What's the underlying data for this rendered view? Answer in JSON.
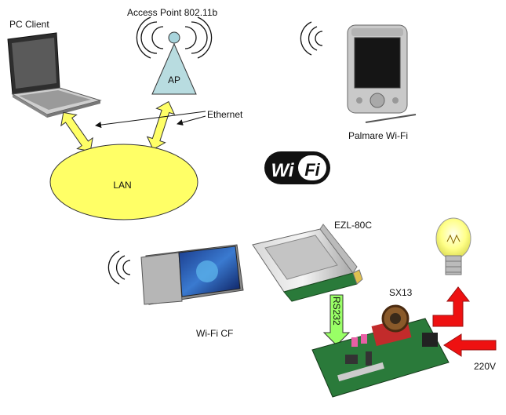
{
  "labels": {
    "pc_client": "PC Client",
    "access_point": "Access Point 802.11b",
    "ap": "AP",
    "ethernet": "Ethernet",
    "lan": "LAN",
    "palmare": "Palmare  Wi-Fi",
    "wifi_logo_left": "Wi",
    "wifi_logo_right": "Fi",
    "ezl": "EZL-80C",
    "wifi_cf": "Wi-Fi  CF",
    "sx13": "SX13",
    "rs232": "RS232",
    "voltage": "220V"
  },
  "icons": {
    "wifi_signal": "wifi-signal-icon",
    "laptop": "laptop-icon",
    "pda": "pda-icon",
    "wifi_card": "wifi-card-icon",
    "cf_adapter": "cf-adapter-icon",
    "circuit_board": "circuit-board-icon",
    "light_bulb": "light-bulb-icon"
  },
  "colors": {
    "ap_triangle": "#b8dce0",
    "lan_ellipse": "#ffff66",
    "double_arrow": "#ffff66",
    "rs232_arrow": "#99ff66",
    "power_arrow": "#ee1111",
    "board": "#2a7a3a"
  }
}
